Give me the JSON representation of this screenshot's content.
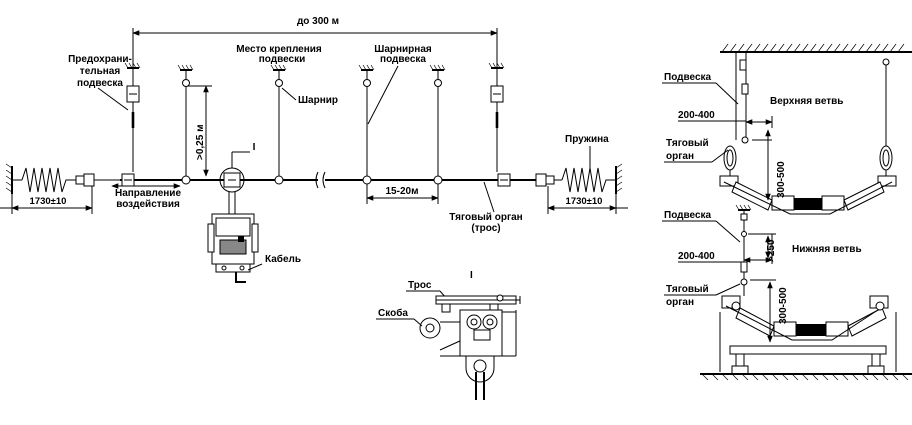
{
  "labels": {
    "span": "до 300 м",
    "safety_hanger": [
      "Предохрани-",
      "тельная",
      "подвеска"
    ],
    "mount_point": [
      "Место крепления",
      "подвески"
    ],
    "hinge_hanger": [
      "Шарнирная",
      "подвеска"
    ],
    "hinge": "Шарнир",
    "height": ">0,25 м",
    "section_mark": "I",
    "spring": "Пружина",
    "spring_dim_left": "1730±10",
    "spring_dim_right": "1730±10",
    "direction": [
      "Направление",
      "воздействия"
    ],
    "spacing": "15-20м",
    "traction": [
      "Тяговый орган",
      "(трос)"
    ],
    "cable": "Кабель",
    "rope": "Трос",
    "bracket": "Скоба",
    "detail_mark": "I",
    "upper": {
      "hanger": "Подвеска",
      "dim_horizontal": "200-400",
      "branch": "Верхняя ветвь",
      "organ": [
        "Тяговый",
        "орган"
      ],
      "dim_vertical": "300-500"
    },
    "lower": {
      "hanger": "Подвеска",
      "dim_horizontal": "200-400",
      "dim_small": ">250",
      "branch": "Нижняя ветвь",
      "organ": [
        "Тяговый",
        "орган"
      ],
      "dim_vertical": "300-500"
    }
  }
}
